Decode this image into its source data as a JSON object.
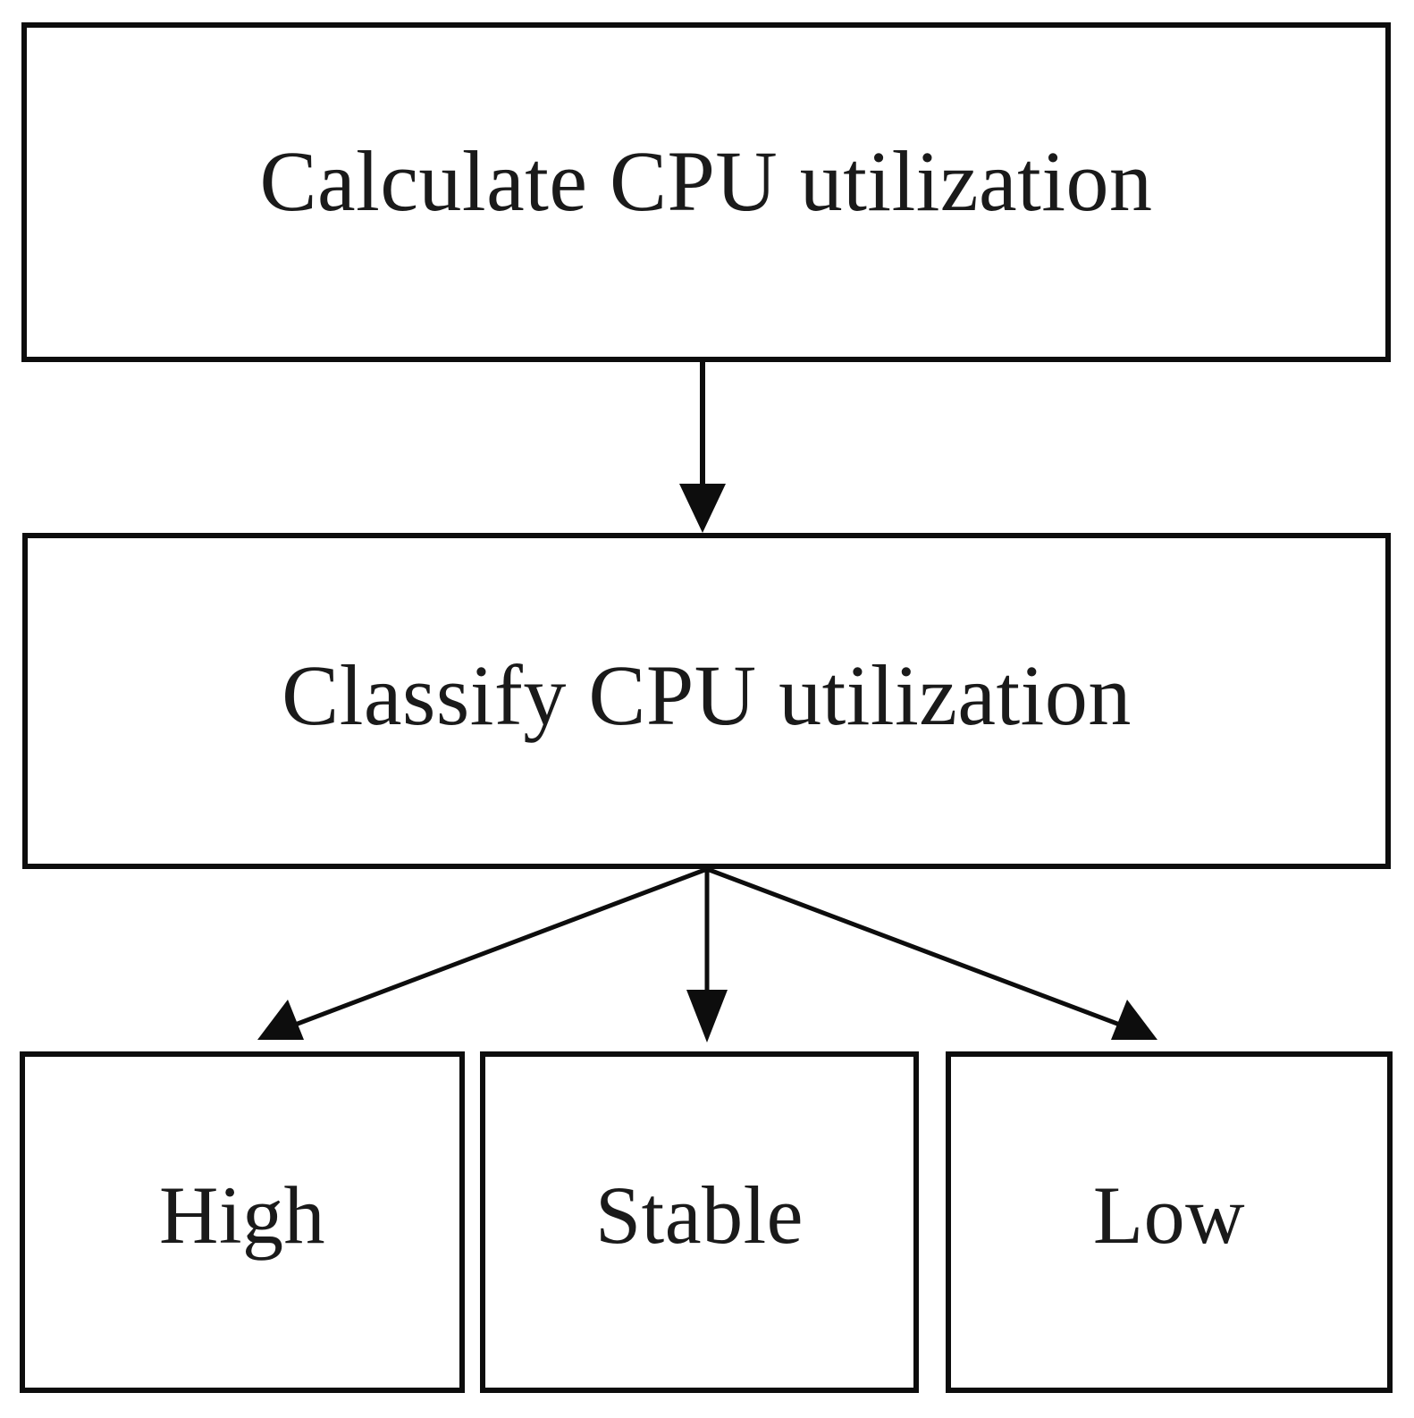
{
  "diagram": {
    "type": "flowchart",
    "title": "CPU utilization classification flowchart",
    "orientation": "top-down",
    "background_color": "#ffffff",
    "line_color": "#0d0d0d",
    "text_color": "#1a1a1a",
    "nodes": [
      {
        "id": "calculate",
        "label": "Calculate CPU utilization",
        "shape": "rectangle",
        "level": 1
      },
      {
        "id": "classify",
        "label": "Classify CPU utilization",
        "shape": "rectangle",
        "level": 2
      },
      {
        "id": "high",
        "label": "High",
        "shape": "rectangle",
        "level": 3
      },
      {
        "id": "stable",
        "label": "Stable",
        "shape": "rectangle",
        "level": 3
      },
      {
        "id": "low",
        "label": "Low",
        "shape": "rectangle",
        "level": 3
      }
    ],
    "edges": [
      {
        "from": "calculate",
        "to": "classify",
        "label": "",
        "style": "solid-arrow"
      },
      {
        "from": "classify",
        "to": "high",
        "label": "",
        "style": "solid-arrow"
      },
      {
        "from": "classify",
        "to": "stable",
        "label": "",
        "style": "solid-arrow"
      },
      {
        "from": "classify",
        "to": "low",
        "label": "",
        "style": "solid-arrow"
      }
    ]
  }
}
